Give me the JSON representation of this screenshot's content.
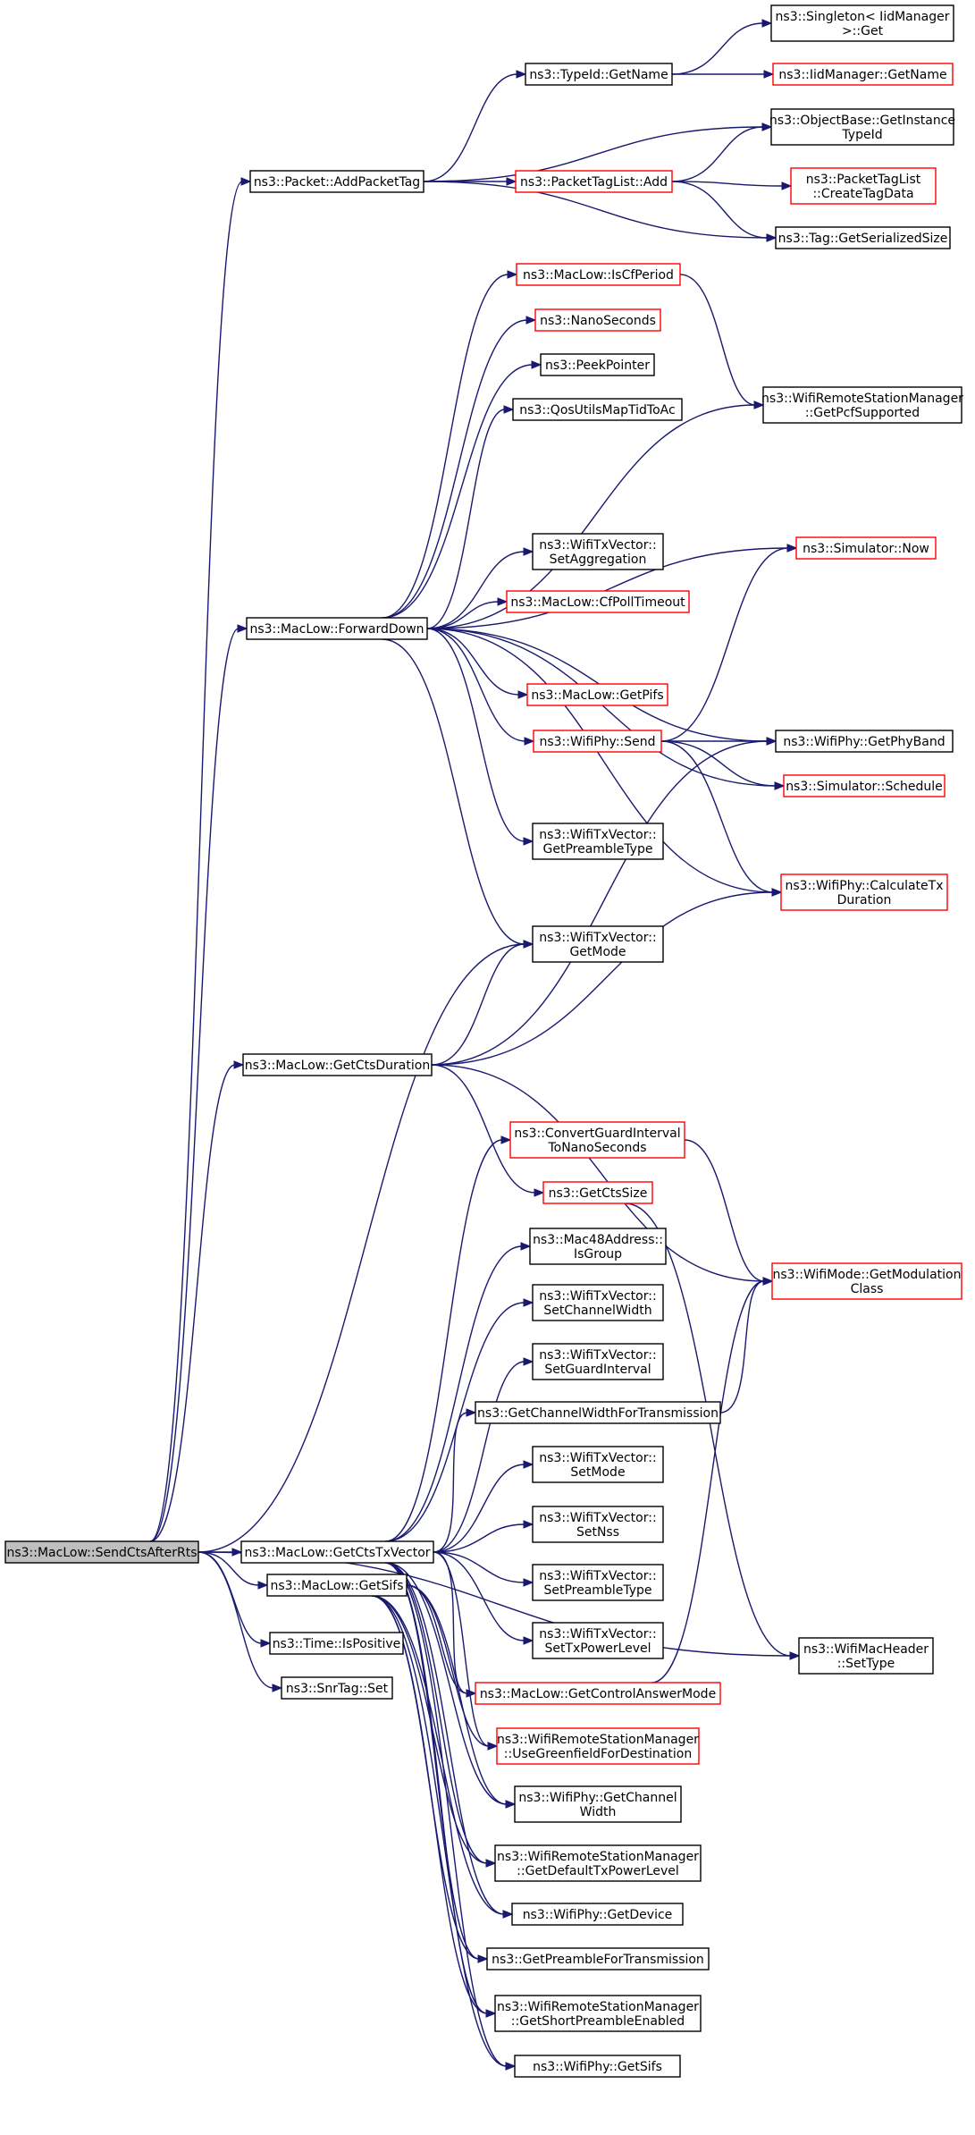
{
  "graph": {
    "colors": {
      "edge": "#191970",
      "normal_border": "#000000",
      "truncated_border": "#ff0000",
      "root_fill": "#bfbfbf"
    },
    "nodes": [
      {
        "id": "root",
        "label": [
          "ns3::MacLow::SendCtsAfterRts"
        ],
        "style": "root"
      },
      {
        "id": "packet_addpackettag",
        "label": [
          "ns3::Packet::AddPacketTag"
        ],
        "style": "black"
      },
      {
        "id": "macl_forwarddown",
        "label": [
          "ns3::MacLow::ForwardDown"
        ],
        "style": "black"
      },
      {
        "id": "macl_getctsduration",
        "label": [
          "ns3::MacLow::GetCtsDuration"
        ],
        "style": "black"
      },
      {
        "id": "macl_getctstxvector",
        "label": [
          "ns3::MacLow::GetCtsTxVector"
        ],
        "style": "black"
      },
      {
        "id": "macl_getsifs",
        "label": [
          "ns3::MacLow::GetSifs"
        ],
        "style": "black"
      },
      {
        "id": "time_ispositive",
        "label": [
          "ns3::Time::IsPositive"
        ],
        "style": "black"
      },
      {
        "id": "snrtag_set",
        "label": [
          "ns3::SnrTag::Set"
        ],
        "style": "black"
      },
      {
        "id": "typeid_getname",
        "label": [
          "ns3::TypeId::GetName"
        ],
        "style": "black"
      },
      {
        "id": "singleton_get",
        "label": [
          "ns3::Singleton< IidManager",
          ">::Get"
        ],
        "style": "black"
      },
      {
        "id": "iidmanager_getname",
        "label": [
          "ns3::IidManager::GetName"
        ],
        "style": "red"
      },
      {
        "id": "objectbase_getinstancetypeid",
        "label": [
          "ns3::ObjectBase::GetInstance",
          "TypeId"
        ],
        "style": "black"
      },
      {
        "id": "packettaglist_add",
        "label": [
          "ns3::PacketTagList::Add"
        ],
        "style": "red"
      },
      {
        "id": "packettaglist_createtagdata",
        "label": [
          "ns3::PacketTagList",
          "::CreateTagData"
        ],
        "style": "red"
      },
      {
        "id": "tag_getserializedsize",
        "label": [
          "ns3::Tag::GetSerializedSize"
        ],
        "style": "black"
      },
      {
        "id": "macl_iscfperiod",
        "label": [
          "ns3::MacLow::IsCfPeriod"
        ],
        "style": "red"
      },
      {
        "id": "nanoseconds",
        "label": [
          "ns3::NanoSeconds"
        ],
        "style": "red"
      },
      {
        "id": "peekpointer",
        "label": [
          "ns3::PeekPointer"
        ],
        "style": "black"
      },
      {
        "id": "qosutilsmaptidtoac",
        "label": [
          "ns3::QosUtilsMapTidToAc"
        ],
        "style": "black"
      },
      {
        "id": "wrsm_getpcfsupported",
        "label": [
          "ns3::WifiRemoteStationManager",
          "::GetPcfSupported"
        ],
        "style": "black"
      },
      {
        "id": "simulator_now",
        "label": [
          "ns3::Simulator::Now"
        ],
        "style": "red"
      },
      {
        "id": "wtv_setaggregation",
        "label": [
          "ns3::WifiTxVector::",
          "SetAggregation"
        ],
        "style": "black"
      },
      {
        "id": "macl_cfpolltimeout",
        "label": [
          "ns3::MacLow::CfPollTimeout"
        ],
        "style": "red"
      },
      {
        "id": "macl_getpifs",
        "label": [
          "ns3::MacLow::GetPifs"
        ],
        "style": "red"
      },
      {
        "id": "wifiphy_send",
        "label": [
          "ns3::WifiPhy::Send"
        ],
        "style": "red"
      },
      {
        "id": "wifiphy_getphyband",
        "label": [
          "ns3::WifiPhy::GetPhyBand"
        ],
        "style": "black"
      },
      {
        "id": "simulator_schedule",
        "label": [
          "ns3::Simulator::Schedule"
        ],
        "style": "red"
      },
      {
        "id": "wtv_getpreambletype",
        "label": [
          "ns3::WifiTxVector::",
          "GetPreambleType"
        ],
        "style": "black"
      },
      {
        "id": "wifiphy_calculatetxduration",
        "label": [
          "ns3::WifiPhy::CalculateTx",
          "Duration"
        ],
        "style": "red"
      },
      {
        "id": "wtv_getmode",
        "label": [
          "ns3::WifiTxVector::",
          "GetMode"
        ],
        "style": "black"
      },
      {
        "id": "convertguardinterval",
        "label": [
          "ns3::ConvertGuardInterval",
          "ToNanoSeconds"
        ],
        "style": "red"
      },
      {
        "id": "getctssize",
        "label": [
          "ns3::GetCtsSize"
        ],
        "style": "red"
      },
      {
        "id": "wifimode_getmodulationclass",
        "label": [
          "ns3::WifiMode::GetModulation",
          "Class"
        ],
        "style": "red"
      },
      {
        "id": "mac48_isgroup",
        "label": [
          "ns3::Mac48Address::",
          "IsGroup"
        ],
        "style": "black"
      },
      {
        "id": "wtv_setchannelwidth",
        "label": [
          "ns3::WifiTxVector::",
          "SetChannelWidth"
        ],
        "style": "black"
      },
      {
        "id": "wtv_setguardinterval",
        "label": [
          "ns3::WifiTxVector::",
          "SetGuardInterval"
        ],
        "style": "black"
      },
      {
        "id": "getchannelwidthfortransmission",
        "label": [
          "ns3::GetChannelWidthForTransmission"
        ],
        "style": "black"
      },
      {
        "id": "wtv_setmode",
        "label": [
          "ns3::WifiTxVector::",
          "SetMode"
        ],
        "style": "black"
      },
      {
        "id": "wtv_setnss",
        "label": [
          "ns3::WifiTxVector::",
          "SetNss"
        ],
        "style": "black"
      },
      {
        "id": "wtv_setpreambletype",
        "label": [
          "ns3::WifiTxVector::",
          "SetPreambleType"
        ],
        "style": "black"
      },
      {
        "id": "wtv_settxpowerlevel",
        "label": [
          "ns3::WifiTxVector::",
          "SetTxPowerLevel"
        ],
        "style": "black"
      },
      {
        "id": "wifimacheader_settype",
        "label": [
          "ns3::WifiMacHeader",
          "::SetType"
        ],
        "style": "black"
      },
      {
        "id": "macl_getcontrolanswermode",
        "label": [
          "ns3::MacLow::GetControlAnswerMode"
        ],
        "style": "red"
      },
      {
        "id": "wrsm_usegreenfield",
        "label": [
          "ns3::WifiRemoteStationManager",
          "::UseGreenfieldForDestination"
        ],
        "style": "red"
      },
      {
        "id": "wifiphy_getchannelwidth",
        "label": [
          "ns3::WifiPhy::GetChannel",
          "Width"
        ],
        "style": "black"
      },
      {
        "id": "wrsm_getdefaulttxpowerlevel",
        "label": [
          "ns3::WifiRemoteStationManager",
          "::GetDefaultTxPowerLevel"
        ],
        "style": "black"
      },
      {
        "id": "wifiphy_getdevice",
        "label": [
          "ns3::WifiPhy::GetDevice"
        ],
        "style": "black"
      },
      {
        "id": "getpreamblefortransmission",
        "label": [
          "ns3::GetPreambleForTransmission"
        ],
        "style": "black"
      },
      {
        "id": "wrsm_getshortpreambleenabled",
        "label": [
          "ns3::WifiRemoteStationManager",
          "::GetShortPreambleEnabled"
        ],
        "style": "black"
      },
      {
        "id": "wifiphy_getsifs",
        "label": [
          "ns3::WifiPhy::GetSifs"
        ],
        "style": "black"
      }
    ],
    "edges": [
      [
        "root",
        "packet_addpackettag"
      ],
      [
        "root",
        "macl_forwarddown"
      ],
      [
        "root",
        "macl_getctsduration"
      ],
      [
        "root",
        "macl_getctstxvector"
      ],
      [
        "root",
        "macl_getsifs"
      ],
      [
        "root",
        "time_ispositive"
      ],
      [
        "root",
        "snrtag_set"
      ],
      [
        "root",
        "wtv_getmode"
      ],
      [
        "root",
        "wifimacheader_settype"
      ],
      [
        "packet_addpackettag",
        "typeid_getname"
      ],
      [
        "packet_addpackettag",
        "objectbase_getinstancetypeid"
      ],
      [
        "packet_addpackettag",
        "packettaglist_add"
      ],
      [
        "packet_addpackettag",
        "tag_getserializedsize"
      ],
      [
        "typeid_getname",
        "singleton_get"
      ],
      [
        "typeid_getname",
        "iidmanager_getname"
      ],
      [
        "packettaglist_add",
        "objectbase_getinstancetypeid"
      ],
      [
        "packettaglist_add",
        "packettaglist_createtagdata"
      ],
      [
        "packettaglist_add",
        "tag_getserializedsize"
      ],
      [
        "macl_forwarddown",
        "macl_iscfperiod"
      ],
      [
        "macl_forwarddown",
        "nanoseconds"
      ],
      [
        "macl_forwarddown",
        "peekpointer"
      ],
      [
        "macl_forwarddown",
        "qosutilsmaptidtoac"
      ],
      [
        "macl_forwarddown",
        "wrsm_getpcfsupported"
      ],
      [
        "macl_forwarddown",
        "simulator_now"
      ],
      [
        "macl_forwarddown",
        "wtv_setaggregation"
      ],
      [
        "macl_forwarddown",
        "macl_cfpolltimeout"
      ],
      [
        "macl_forwarddown",
        "macl_getpifs"
      ],
      [
        "macl_forwarddown",
        "wifiphy_send"
      ],
      [
        "macl_forwarddown",
        "wifiphy_getphyband"
      ],
      [
        "macl_forwarddown",
        "simulator_schedule"
      ],
      [
        "macl_forwarddown",
        "wtv_getpreambletype"
      ],
      [
        "macl_forwarddown",
        "wifiphy_calculatetxduration"
      ],
      [
        "macl_forwarddown",
        "wtv_getmode"
      ],
      [
        "macl_iscfperiod",
        "wrsm_getpcfsupported"
      ],
      [
        "wifiphy_send",
        "simulator_now"
      ],
      [
        "wifiphy_send",
        "wifiphy_getphyband"
      ],
      [
        "wifiphy_send",
        "simulator_schedule"
      ],
      [
        "wifiphy_send",
        "wifiphy_calculatetxduration"
      ],
      [
        "macl_getctsduration",
        "wtv_getmode"
      ],
      [
        "macl_getctsduration",
        "wifiphy_getphyband"
      ],
      [
        "macl_getctsduration",
        "wifiphy_calculatetxduration"
      ],
      [
        "macl_getctsduration",
        "getctssize"
      ],
      [
        "macl_getctsduration",
        "wifimode_getmodulationclass"
      ],
      [
        "convertguardinterval",
        "wifimode_getmodulationclass"
      ],
      [
        "getctssize",
        "wifimacheader_settype"
      ],
      [
        "getchannelwidthfortransmission",
        "wifimode_getmodulationclass"
      ],
      [
        "macl_getcontrolanswermode",
        "wifimode_getmodulationclass"
      ],
      [
        "macl_getctstxvector",
        "convertguardinterval"
      ],
      [
        "macl_getctstxvector",
        "mac48_isgroup"
      ],
      [
        "macl_getctstxvector",
        "wtv_setchannelwidth"
      ],
      [
        "macl_getctstxvector",
        "wtv_setguardinterval"
      ],
      [
        "macl_getctstxvector",
        "getchannelwidthfortransmission"
      ],
      [
        "macl_getctstxvector",
        "wtv_setmode"
      ],
      [
        "macl_getctstxvector",
        "wtv_setnss"
      ],
      [
        "macl_getctstxvector",
        "wtv_setpreambletype"
      ],
      [
        "macl_getctstxvector",
        "wtv_settxpowerlevel"
      ],
      [
        "macl_getctstxvector",
        "macl_getcontrolanswermode"
      ],
      [
        "macl_getctstxvector",
        "wrsm_usegreenfield"
      ],
      [
        "macl_getctstxvector",
        "wifiphy_getchannelwidth"
      ],
      [
        "macl_getctstxvector",
        "wrsm_getdefaulttxpowerlevel"
      ],
      [
        "macl_getctstxvector",
        "wifiphy_getdevice"
      ],
      [
        "macl_getctstxvector",
        "getpreamblefortransmission"
      ],
      [
        "macl_getctstxvector",
        "wrsm_getshortpreambleenabled"
      ],
      [
        "macl_getctstxvector",
        "wifiphy_getsifs"
      ],
      [
        "macl_getsifs",
        "macl_getcontrolanswermode"
      ],
      [
        "macl_getsifs",
        "wrsm_usegreenfield"
      ],
      [
        "macl_getsifs",
        "wifiphy_getchannelwidth"
      ],
      [
        "macl_getsifs",
        "wrsm_getdefaulttxpowerlevel"
      ],
      [
        "macl_getsifs",
        "wifiphy_getdevice"
      ],
      [
        "macl_getsifs",
        "getpreamblefortransmission"
      ],
      [
        "macl_getsifs",
        "wrsm_getshortpreambleenabled"
      ],
      [
        "macl_getsifs",
        "wifiphy_getsifs"
      ]
    ]
  }
}
